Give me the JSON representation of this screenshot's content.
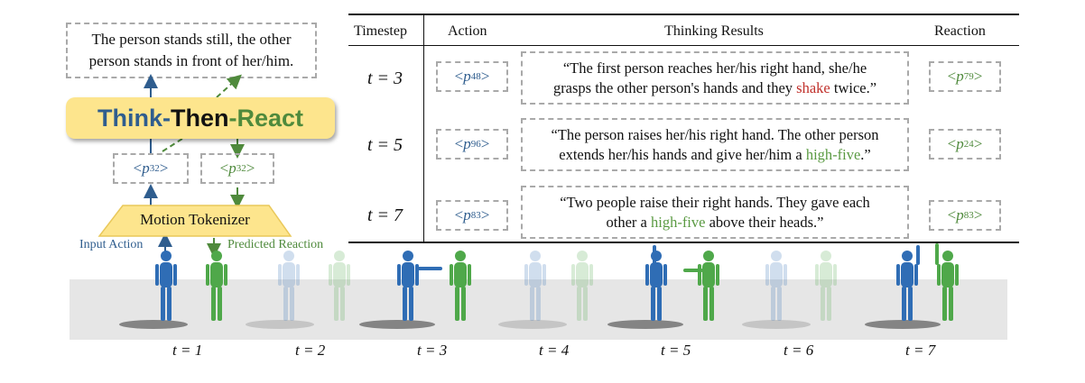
{
  "caption_box": {
    "line1": "The person stands still, the other",
    "line2": "person stands in front of her/him."
  },
  "ttr": {
    "think": "Think",
    "sep1": "-",
    "then": "Then",
    "sep2": "-",
    "react": "React"
  },
  "tokens": {
    "left": "p",
    "left_sub": "32",
    "right": "p",
    "right_sub": "32"
  },
  "tokenizer": {
    "label": "Motion Tokenizer",
    "input_label": "Input Action",
    "output_label": "Predicted Reaction"
  },
  "table": {
    "headers": {
      "timestep": "Timestep",
      "action": "Action",
      "thinking": "Thinking Results",
      "reaction": "Reaction"
    },
    "rows": [
      {
        "t": "t = 3",
        "action_sub": "48",
        "reaction_sub": "79",
        "line1": "“The first person reaches her/his right hand, she/he",
        "line2_pre": "grasps the other person's hands and they ",
        "highlight": "shake",
        "line2_post": " twice.”",
        "highlight_color": "#c0302b"
      },
      {
        "t": "t = 5",
        "action_sub": "96",
        "reaction_sub": "24",
        "line1": "“The person raises her/his right hand. The other person",
        "line2_pre": "extends her/his hands and give her/him a ",
        "highlight": "high-five",
        "line2_post": ".”",
        "highlight_color": "#5a9a42"
      },
      {
        "t": "t = 7",
        "action_sub": "83",
        "reaction_sub": "83",
        "line1": "“Two people raise their right hands. They gave each",
        "line2_pre": "other a ",
        "highlight": "high-five",
        "line2_post": " above their heads.”",
        "highlight_color": "#5a9a42"
      }
    ]
  },
  "timeline": [
    "t = 1",
    "t = 2",
    "t = 3",
    "t = 4",
    "t = 5",
    "t = 6",
    "t = 7"
  ],
  "colors": {
    "action_blue": "#2f5d8e",
    "reaction_green": "#4f8a3c",
    "ttr_fill": "#fde58d"
  }
}
